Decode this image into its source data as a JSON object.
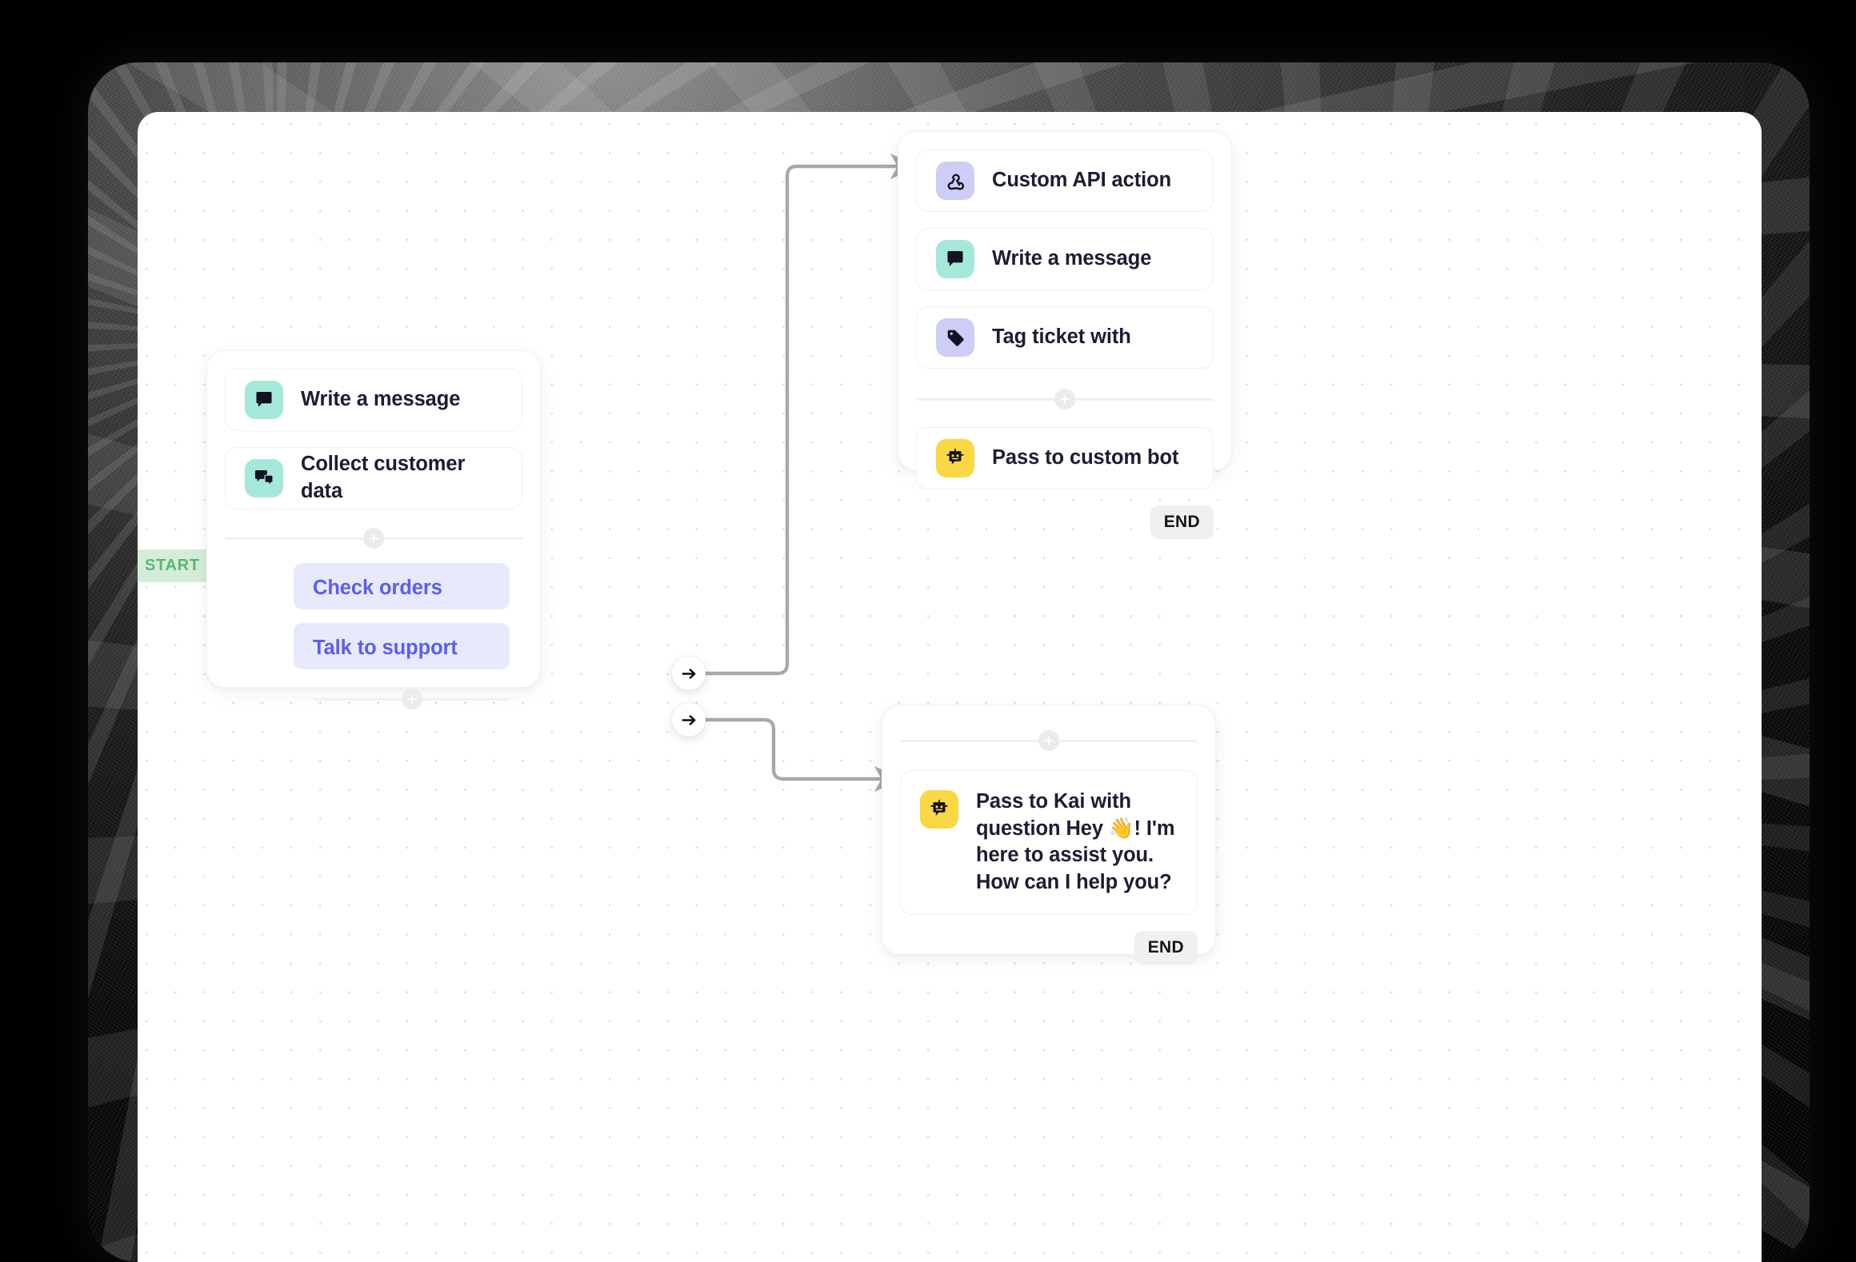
{
  "canvas": {
    "grid": "dot-grid",
    "background_color": "#ffffff",
    "dot_color": "#d9d9de"
  },
  "badges": {
    "start_label": "START",
    "start_bg": "#d5ecd9",
    "start_fg": "#5bb673",
    "end_label": "END",
    "end_bg": "#f0f0f0",
    "end_fg": "#141414"
  },
  "colors": {
    "icon_teal": "#a5e8da",
    "icon_lavender": "#cdcdf7",
    "icon_yellow": "#f9d745",
    "chip_bg": "#e8e9fd",
    "chip_fg": "#5b5ef0",
    "wire": "#a8a8ac",
    "text": "#1b1d33"
  },
  "main_node": {
    "actions": [
      {
        "label": "Write a message",
        "icon": "message-bubble-icon",
        "icon_color": "teal"
      },
      {
        "label": "Collect customer data",
        "icon": "two-message-bubbles-icon",
        "icon_color": "teal"
      }
    ],
    "choices": [
      {
        "label": "Check orders"
      },
      {
        "label": "Talk to support"
      }
    ]
  },
  "api_node": {
    "actions": [
      {
        "label": "Custom API action",
        "icon": "webhook-icon",
        "icon_color": "lavender"
      },
      {
        "label": "Write a message",
        "icon": "message-bubble-icon",
        "icon_color": "teal"
      },
      {
        "label": "Tag ticket with",
        "icon": "tag-icon",
        "icon_color": "lavender"
      }
    ],
    "final_action": {
      "label": "Pass to custom bot",
      "icon": "bot-icon",
      "icon_color": "yellow"
    },
    "end_label": "END"
  },
  "kai_node": {
    "action": {
      "prefix": "Pass to Kai with question ",
      "question": "Hey 👋! I'm here to assist you. How can I help you?",
      "icon": "bot-icon",
      "icon_color": "yellow"
    },
    "end_label": "END"
  }
}
